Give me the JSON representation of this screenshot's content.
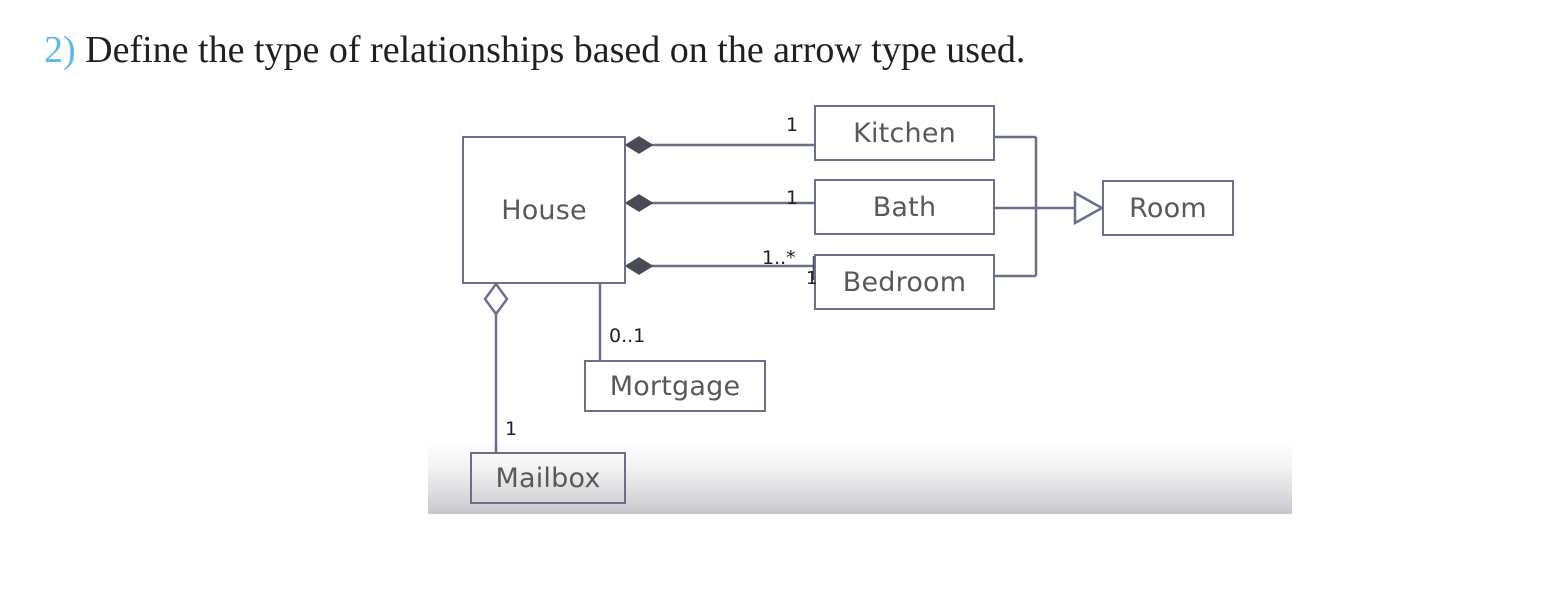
{
  "heading": {
    "number": "2)",
    "text": " Define the type of relationships based on the arrow type used."
  },
  "diagram": {
    "type": "uml-class-diagram",
    "colors": {
      "box_border": "#6b6f8a",
      "box_label": "#595959",
      "line": "#6b6f8a",
      "filled_diamond": "#4a4a55",
      "heading_number": "#5bb8e8",
      "heading_text": "#231f20"
    },
    "nodes": [
      {
        "id": "house",
        "label": "House"
      },
      {
        "id": "kitchen",
        "label": "Kitchen"
      },
      {
        "id": "bath",
        "label": "Bath"
      },
      {
        "id": "bedroom",
        "label": "Bedroom"
      },
      {
        "id": "room",
        "label": "Room"
      },
      {
        "id": "mortgage",
        "label": "Mortgage"
      },
      {
        "id": "mailbox",
        "label": "Mailbox"
      }
    ],
    "multiplicities": [
      {
        "id": "kitchen-mult",
        "value": "1"
      },
      {
        "id": "bath-mult",
        "value": "1"
      },
      {
        "id": "bedroom-mult",
        "value": "1..*"
      },
      {
        "id": "bedroom-mult2",
        "value": "1"
      },
      {
        "id": "mortgage-mult",
        "value": "0..1"
      },
      {
        "id": "mailbox-mult",
        "value": "1"
      }
    ],
    "relationships": [
      {
        "from": "house",
        "to": "kitchen",
        "type": "composition",
        "arrow": "filled-diamond",
        "multiplicity": "1"
      },
      {
        "from": "house",
        "to": "bath",
        "type": "composition",
        "arrow": "filled-diamond",
        "multiplicity": "1"
      },
      {
        "from": "house",
        "to": "bedroom",
        "type": "composition",
        "arrow": "filled-diamond",
        "multiplicity": "1..*"
      },
      {
        "from": "house",
        "to": "mailbox",
        "type": "aggregation",
        "arrow": "hollow-diamond",
        "multiplicity": "1"
      },
      {
        "from": "house",
        "to": "mortgage",
        "type": "association",
        "arrow": "none",
        "multiplicity": "0..1"
      },
      {
        "from": "kitchen",
        "to": "room",
        "type": "generalization",
        "arrow": "hollow-triangle",
        "multiplicity": ""
      },
      {
        "from": "bath",
        "to": "room",
        "type": "generalization",
        "arrow": "hollow-triangle",
        "multiplicity": ""
      },
      {
        "from": "bedroom",
        "to": "room",
        "type": "generalization",
        "arrow": "hollow-triangle",
        "multiplicity": ""
      }
    ]
  }
}
